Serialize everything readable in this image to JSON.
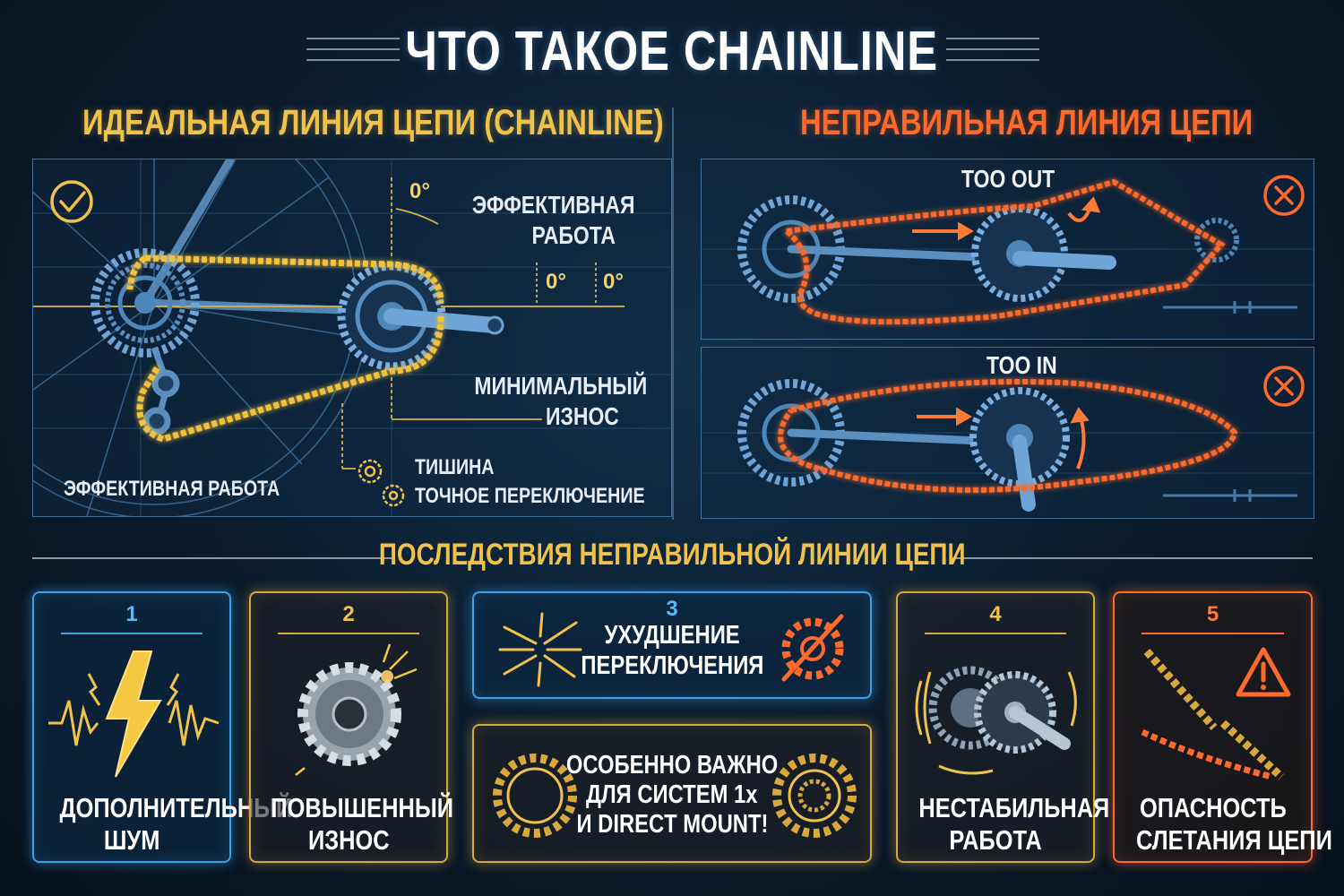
{
  "title": "ЧТО ТАКОЕ CHAINLINE",
  "ideal": {
    "title": "ИДЕАЛЬНАЯ ЛИНИЯ ЦЕПИ (CHAINLINE)",
    "angle_top": "0°",
    "angle_left": "0°",
    "angle_right": "0°",
    "effective_line1": "ЭФФЕКТИВНАЯ",
    "effective_line2": "РАБОТА",
    "min_wear_line1": "МИНИМАЛЬНЫЙ",
    "min_wear_line2": "ИЗНОС",
    "quiet": "ТИШИНА",
    "precise_shift": "ТОЧНОЕ ПЕРЕКЛЮЧЕНИЕ",
    "effective_bottom": "ЭФФЕКТИВНАЯ РАБОТА",
    "status_icon": "check-circle-icon"
  },
  "wrong": {
    "title": "НЕПРАВИЛЬНАЯ ЛИНИЯ ЦЕПИ",
    "too_out": "TOO OUT",
    "too_in": "TOO IN",
    "status_icon": "x-circle-icon"
  },
  "consequences": {
    "title": "ПОСЛЕДСТВИЯ НЕПРАВИЛЬНОЙ ЛИНИИ ЦЕПИ",
    "items": [
      {
        "num": "1",
        "line1": "ДОПОЛНИТЕЛЬНЫЙ",
        "line2": "ШУМ",
        "icon": "lightning-sound-wave-icon"
      },
      {
        "num": "2",
        "line1": "ПОВЫШЕННЫЙ",
        "line2": "ИЗНОС",
        "icon": "worn-gear-icon"
      },
      {
        "num": "3",
        "line1": "УХУДШЕНИЕ",
        "line2": "ПЕРЕКЛЮЧЕНИЯ",
        "icon": "crossed-gear-icon"
      },
      {
        "num": "4",
        "line1": "НЕСТАБИЛЬНАЯ",
        "line2": "РАБОТА",
        "icon": "vibrating-drivetrain-icon"
      },
      {
        "num": "5",
        "line1": "ОПАСНОСТЬ",
        "line2": "СЛЕТАНИЯ ЦЕПИ",
        "icon": "chain-warning-icon"
      }
    ],
    "note": {
      "line1": "ОСОБЕННО ВАЖНО",
      "line2": "ДЛЯ СИСТЕМ 1x",
      "line3": "И DIRECT MOUNT!"
    }
  },
  "colors": {
    "gold": "#f0c24a",
    "orange": "#ff6a2b",
    "blue": "#3aa2e8",
    "blueprint": "#4d86b8"
  }
}
